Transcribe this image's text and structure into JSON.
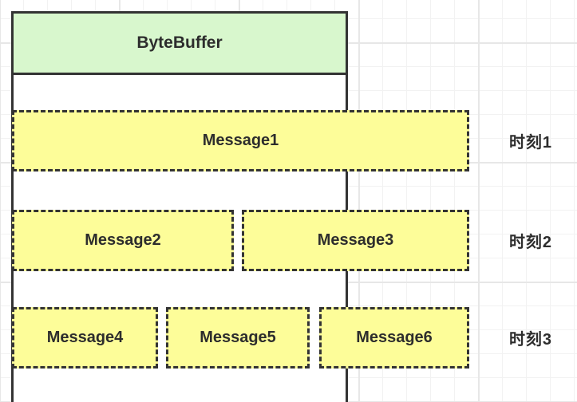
{
  "buffer": {
    "title": "ByteBuffer"
  },
  "rows": [
    {
      "label": "时刻1",
      "messages": [
        "Message1"
      ]
    },
    {
      "label": "时刻2",
      "messages": [
        "Message2",
        "Message3"
      ]
    },
    {
      "label": "时刻3",
      "messages": [
        "Message4",
        "Message5",
        "Message6"
      ]
    }
  ],
  "colors": {
    "background": "#ffffff",
    "header_fill": "#d8f7cd",
    "message_fill": "#fdfd99",
    "container_fill": "#ffffff",
    "border": "#333333",
    "text": "#2d2d2d",
    "grid_minor": "#f2f2f2",
    "grid_major": "#e7e7e7"
  }
}
